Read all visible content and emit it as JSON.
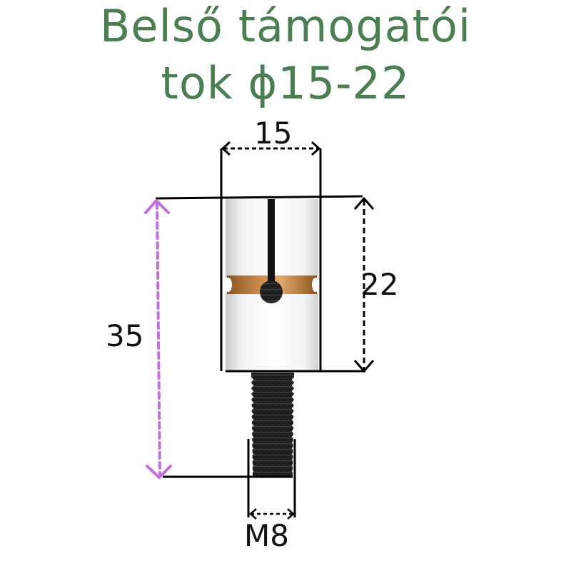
{
  "title": {
    "line1": "Belső támogatói",
    "line2": "tok ϕ15-22",
    "color": "#4a7f52"
  },
  "dimensions": {
    "width_label": "15",
    "body_height_label": "22",
    "total_height_label": "35",
    "thread_label": "M8"
  },
  "colors": {
    "dimension_line": "#000000",
    "total_height_arrow": "#c36fe0",
    "bronze_ring": "#b8793a",
    "thread": "#2a2a2a"
  },
  "parts": {
    "body": "cylindrical-support-body",
    "ring": "bronze-clamp-ring",
    "bolt": "threaded-stud"
  }
}
